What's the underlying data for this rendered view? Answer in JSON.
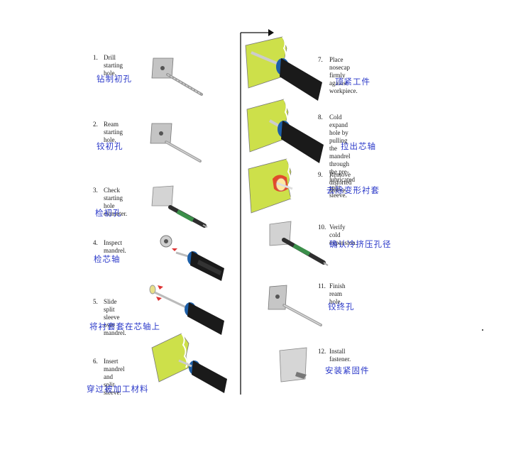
{
  "steps": [
    {
      "num": "1.",
      "text": [
        "Drill starting",
        "hole."
      ],
      "zh": "钻制初孔"
    },
    {
      "num": "2.",
      "text": [
        "Ream starting",
        "hole."
      ],
      "zh": "铰初孔"
    },
    {
      "num": "3.",
      "text": [
        "Check starting",
        "hole diameter."
      ],
      "zh": "检初孔"
    },
    {
      "num": "4.",
      "text": [
        "Inspect mandrel."
      ],
      "zh": "检芯轴"
    },
    {
      "num": "5.",
      "text": [
        "Slide split sleeve",
        "over mandrel."
      ],
      "zh": "将衬套套在芯轴上"
    },
    {
      "num": "6.",
      "text": [
        "Insert mandrel",
        "and split sleeve."
      ],
      "zh": "穿过被加工材料"
    },
    {
      "num": "7.",
      "text": [
        "Place nosecap  firmly against",
        "workpiece."
      ],
      "zh": "顶紧工件"
    },
    {
      "num": "8.",
      "text": [
        "Cold expand hole by pulling",
        "the mandrel through the pre-",
        "lubricated split sleeve."
      ],
      "zh": "拉出芯轴"
    },
    {
      "num": "9.",
      "text": [
        "Remove distorted sleeve."
      ],
      "zh": "去除变形衬套"
    },
    {
      "num": "10.",
      "text": [
        "Verify cold expansion."
      ],
      "zh": "确认冷挤压孔径"
    },
    {
      "num": "11.",
      "text": [
        "Finish ream hole."
      ],
      "zh": "铰终孔"
    },
    {
      "num": "12.",
      "text": [
        "Install fastener."
      ],
      "zh": "安装紧固件"
    }
  ],
  "colors": {
    "workpiece": "#cde04a",
    "zh_text": "#2b39c9",
    "tool_black": "#1a1a1a",
    "tool_blue": "#1d5fa8",
    "plate": "#c9c9c9"
  }
}
